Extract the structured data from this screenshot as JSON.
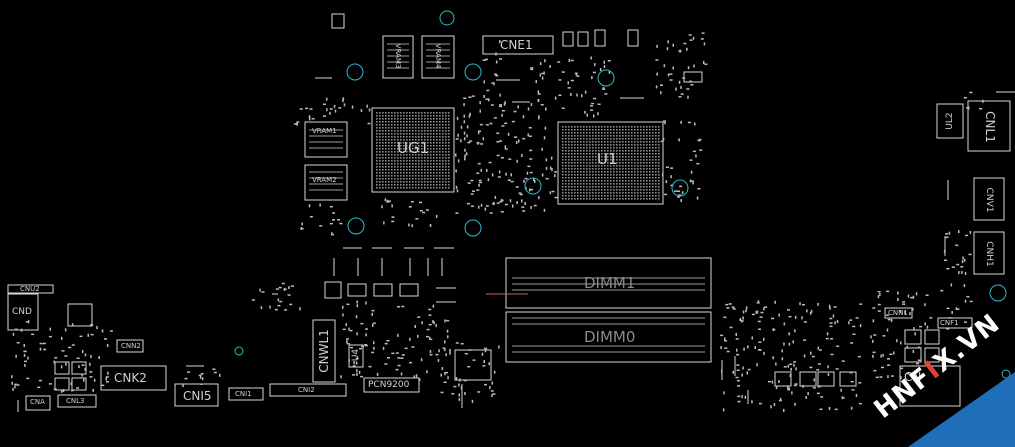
{
  "labels": {
    "cne1": "CNE1",
    "ug1": "UG1",
    "u1": "U1",
    "dimm1": "DIMM1",
    "dimm0": "DIMM0",
    "cnk2": "CNK2",
    "cni5": "CNI5",
    "cnwl1": "CNWL1",
    "u4": "U4",
    "pcn9200": "PCN9200",
    "cnl1": "CNL1",
    "ul2": "UL2",
    "cnh1": "CNH1",
    "cnv1": "CNV1",
    "cnf1": "CNF1",
    "cnd": "CND",
    "cnu2": "CNU2",
    "cnn2": "CNN2",
    "cnl3": "CNL3",
    "cna": "CNA",
    "cni1": "CNI1",
    "cni2": "CNI2",
    "cnn1": "CNN1",
    "cn_br": "CN",
    "vram1": "VRAM1",
    "vram2": "VRAM2",
    "vram3": "VRAM3",
    "vram4": "VRAM4"
  },
  "watermark": {
    "text_dark": "HNF",
    "text_accent": "I",
    "text_end": "X.VN",
    "accent_color": "#e0403a",
    "banner_color": "#1e6fb8"
  },
  "colors": {
    "background": "#000000",
    "trace": "#d8d8d8",
    "via": "#2fb8c8",
    "marker": "#d05a5a"
  }
}
